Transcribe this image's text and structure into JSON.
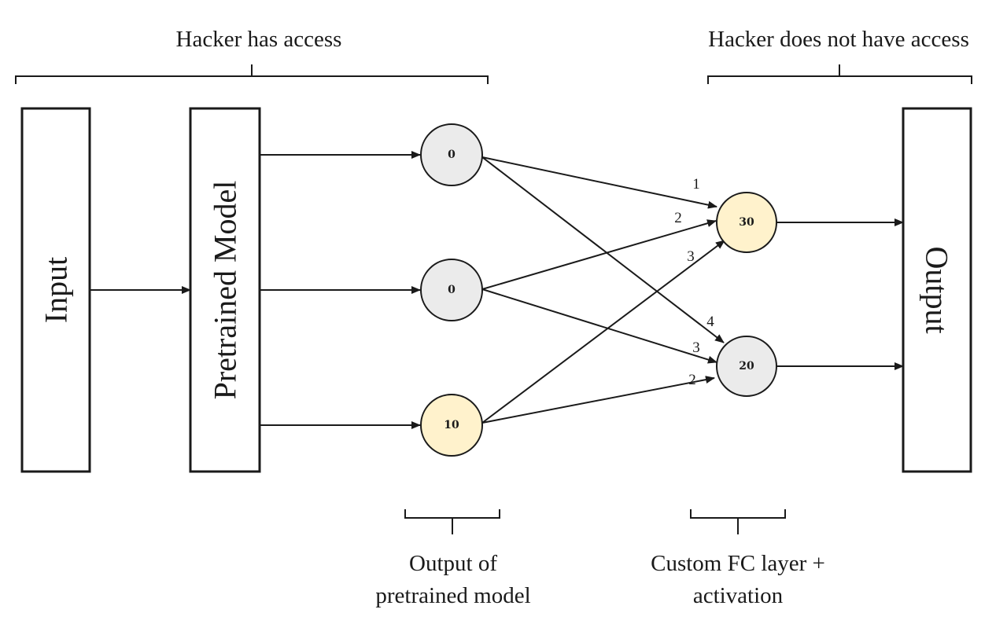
{
  "captions": {
    "hacker_access": "Hacker has access",
    "hacker_no_access": "Hacker does not have access",
    "output_of_line1": "Output of",
    "output_of_line2": "pretrained model",
    "custom_fc_line1": "Custom FC layer +",
    "custom_fc_line2": "activation"
  },
  "boxes": {
    "input": "Input",
    "pretrained": "Pretrained Model",
    "output": "Output"
  },
  "nodes": {
    "output_layer": [
      "0",
      "0",
      "10"
    ],
    "fc_layer": [
      "30",
      "20"
    ]
  },
  "weights": {
    "to_top": [
      "1",
      "2",
      "3"
    ],
    "to_bottom": [
      "4",
      "3",
      "2"
    ]
  },
  "colors": {
    "inactive_node": "#ebebeb",
    "active_node": "#fff2cc",
    "line": "#1a1a1a"
  },
  "node_states": {
    "output_layer": [
      "inactive",
      "inactive",
      "active"
    ],
    "fc_layer": [
      "active",
      "inactive"
    ]
  }
}
